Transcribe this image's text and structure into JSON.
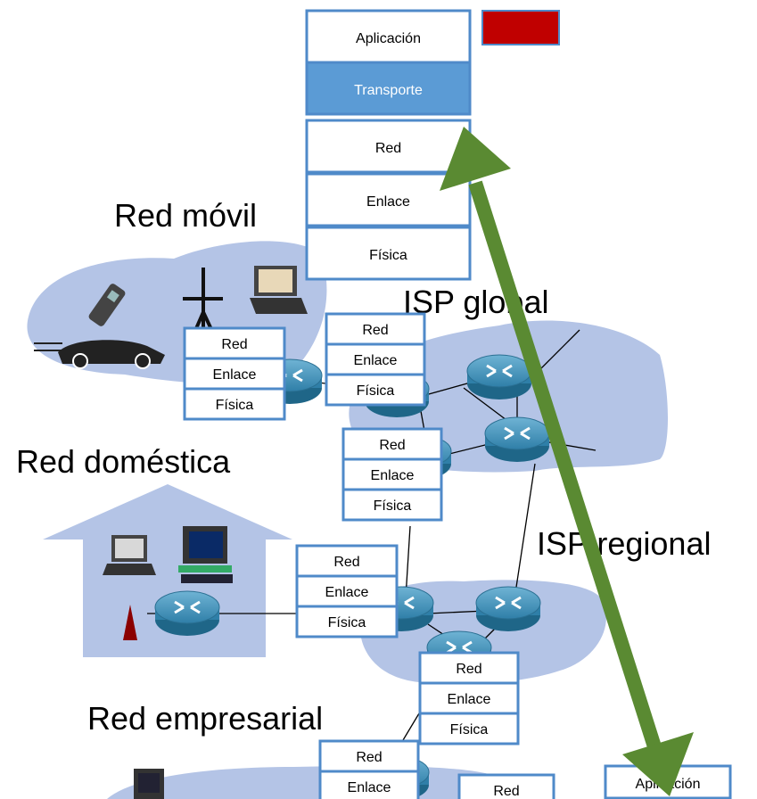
{
  "colors": {
    "cloud": "#b4c4e6",
    "router": "#2f7fa8",
    "stack_border": "#4f8ac9",
    "highlight_layer": "#5b9bd5",
    "arrow": "#5a8a32",
    "marker": "#c00000"
  },
  "networks": {
    "mobile": "Red móvil",
    "global": "ISP global",
    "home": "Red doméstica",
    "regional": "ISP regional",
    "enterprise": "Red empresarial"
  },
  "top_stack": {
    "layers": [
      "Aplicación",
      "Transporte",
      "Red",
      "Enlace",
      "Física"
    ],
    "active": "Transporte"
  },
  "router_stack": {
    "layers": [
      "Red",
      "Enlace",
      "Física"
    ]
  },
  "bottom_right_stack": {
    "layers": [
      "Aplicación"
    ]
  }
}
